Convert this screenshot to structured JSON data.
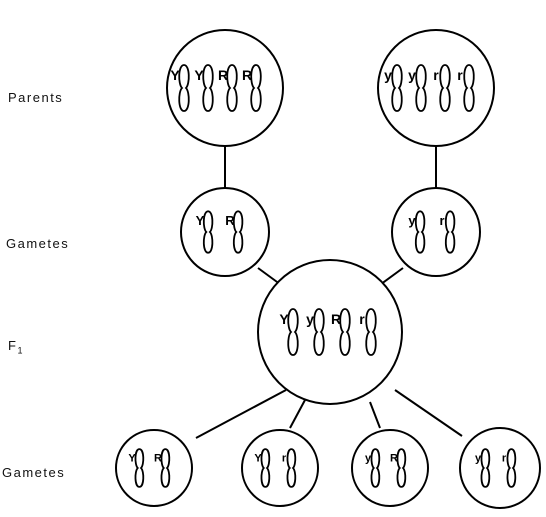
{
  "row_labels": {
    "parents": "Parents",
    "gametes_1": "Gametes",
    "f1": "F",
    "f1_sub": "1",
    "gametes_2": "Gametes"
  },
  "cells": [
    {
      "id": "parent-left",
      "alleles": [
        "Y",
        "Y",
        "R",
        "R"
      ]
    },
    {
      "id": "parent-right",
      "alleles": [
        "y",
        "y",
        "r",
        "r"
      ]
    },
    {
      "id": "gamete-left",
      "alleles": [
        "Y",
        "R"
      ]
    },
    {
      "id": "gamete-right",
      "alleles": [
        "y",
        "r"
      ]
    },
    {
      "id": "f1-cell",
      "alleles": [
        "Y",
        "y",
        "R",
        "r"
      ]
    },
    {
      "id": "f2-gamete-1",
      "alleles": [
        "Y",
        "R"
      ]
    },
    {
      "id": "f2-gamete-2",
      "alleles": [
        "Y",
        "r"
      ]
    },
    {
      "id": "f2-gamete-3",
      "alleles": [
        "y",
        "R"
      ]
    },
    {
      "id": "f2-gamete-4",
      "alleles": [
        "y",
        "r"
      ]
    }
  ],
  "colors": {
    "ink": "#000000",
    "background": "#ffffff"
  }
}
